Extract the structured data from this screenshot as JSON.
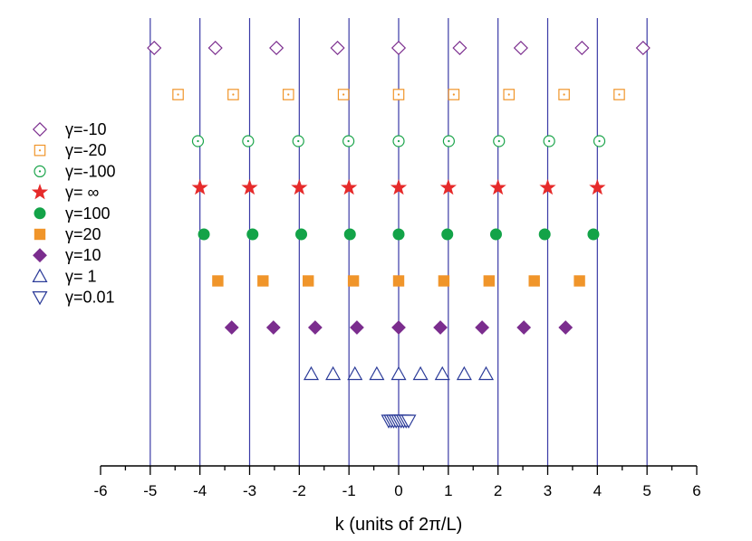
{
  "chart_data": {
    "type": "scatter",
    "xlabel": "k (units of 2π/L)",
    "xlim": [
      -6,
      6
    ],
    "xticks": [
      -6,
      -5,
      -4,
      -3,
      -2,
      -1,
      0,
      1,
      2,
      3,
      4,
      5,
      6
    ],
    "vlines": [
      -5,
      -4,
      -3,
      -2,
      -1,
      0,
      1,
      2,
      3,
      4,
      5
    ],
    "vline_color": "#3a3aa6",
    "legend_position": "left",
    "series": [
      {
        "name": "γ=-10",
        "marker": "diamond-open",
        "color": "#7b2d8e",
        "x": [
          -4.92,
          -3.69,
          -2.46,
          -1.23,
          0,
          1.23,
          2.46,
          3.69,
          4.92
        ]
      },
      {
        "name": "γ=-20",
        "marker": "square-open-dot",
        "color": "#f0952a",
        "x": [
          -4.44,
          -3.33,
          -2.22,
          -1.11,
          0,
          1.11,
          2.22,
          3.33,
          4.44
        ]
      },
      {
        "name": "γ=-100",
        "marker": "circle-open-dot",
        "color": "#1aa44a",
        "x": [
          -4.04,
          -3.03,
          -2.02,
          -1.01,
          0,
          1.01,
          2.02,
          3.03,
          4.04
        ]
      },
      {
        "name": "γ= ∞",
        "marker": "star",
        "color": "#e62a2a",
        "x": [
          -4,
          -3,
          -2,
          -1,
          0,
          1,
          2,
          3,
          4
        ]
      },
      {
        "name": "γ=100",
        "marker": "circle",
        "color": "#13a348",
        "x": [
          -3.92,
          -2.94,
          -1.96,
          -0.98,
          0,
          0.98,
          1.96,
          2.94,
          3.92
        ]
      },
      {
        "name": "γ=20",
        "marker": "square",
        "color": "#f0952a",
        "x": [
          -3.64,
          -2.73,
          -1.82,
          -0.91,
          0,
          0.91,
          1.82,
          2.73,
          3.64
        ]
      },
      {
        "name": "γ=10",
        "marker": "diamond",
        "color": "#7b2d8e",
        "x": [
          -3.36,
          -2.52,
          -1.68,
          -0.84,
          0,
          0.84,
          1.68,
          2.52,
          3.36
        ]
      },
      {
        "name": "γ= 1",
        "marker": "triangle-up-open",
        "color": "#2a3a98",
        "x": [
          -1.76,
          -1.32,
          -0.88,
          -0.44,
          0,
          0.44,
          0.88,
          1.32,
          1.76
        ]
      },
      {
        "name": "γ=0.01",
        "marker": "triangle-down-open",
        "color": "#2a3a98",
        "x": [
          -0.2,
          -0.15,
          -0.1,
          -0.05,
          0,
          0.05,
          0.1,
          0.15,
          0.2
        ]
      }
    ]
  }
}
